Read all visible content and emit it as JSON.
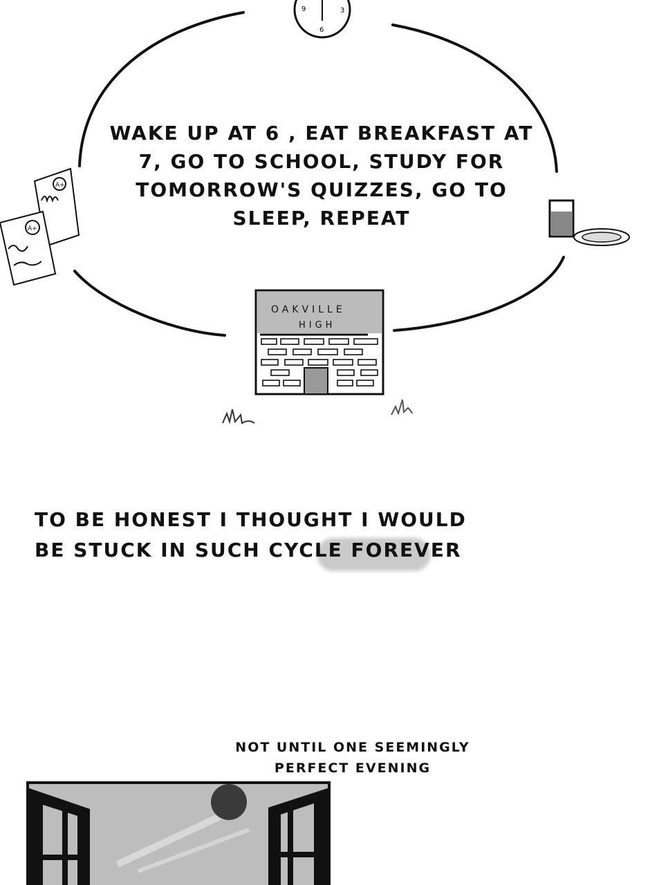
{
  "panel1": {
    "routine_lines": [
      "WAKE UP AT 6 ,  EAT BREAKFAST AT",
      "7, GO TO SCHOOL, STUDY FOR",
      "TOMORROW'S QUIZZES, GO TO",
      "SLEEP, REPEAT"
    ],
    "clock_numbers": {
      "left": "9",
      "right": "3",
      "bottom": "6"
    },
    "paper_grade": "A+",
    "school_sign": [
      "OAKVILLE",
      "HIGH"
    ]
  },
  "panel2": {
    "lines": [
      "TO BE HONEST i THOUGHT i WOULD",
      "BE STUCK iN SUCH CYCLE"
    ],
    "emphasis": "FOREVER"
  },
  "panel3": {
    "lines": [
      "NOT UNTiL ONE SEEMiNGLY",
      "PERFECT EVENiNG"
    ]
  },
  "colors": {
    "ink": "#111111",
    "gray": "#b8b8b8",
    "moon": "#3a3a3a"
  }
}
